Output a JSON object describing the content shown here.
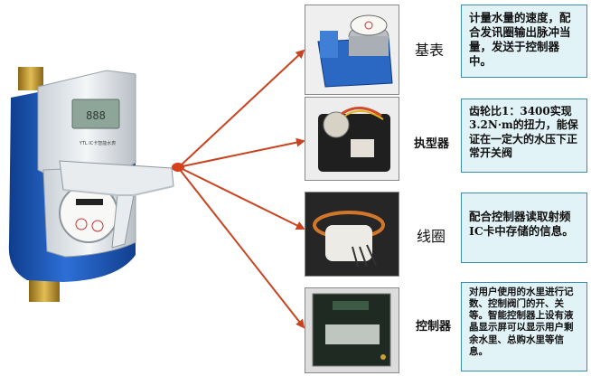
{
  "meter": {
    "brand_mark": "",
    "panel_text_1": "",
    "panel_text_2": "",
    "model_label": "YTL IC卡智能水表",
    "lcd_digits": "888"
  },
  "components": [
    {
      "label": "基表",
      "description": "计量水量的速度，配合发讯圈输出脉冲当量，发送于控制器中。"
    },
    {
      "label": "执型器",
      "description": "齿轮比1：3400实现3.2N·m的扭力，能保证在一定大的水压下正常开关阀"
    },
    {
      "label": "线圈",
      "description": "配合控制器读取射频IC卡中存储的信息。"
    },
    {
      "label": "控制器",
      "description": "对用户使用的水里进行记数、控制阀门的开、关等。智能控制器上设有液晶显示屏可以显示用户剩余水里、总购水里等信息。"
    }
  ],
  "colors": {
    "arrow": "#c8431f",
    "box_fill": "#e2f3f7",
    "box_border": "#3a8fb0",
    "meter_blue": "#1f58b8",
    "brass": "#c9a034"
  }
}
